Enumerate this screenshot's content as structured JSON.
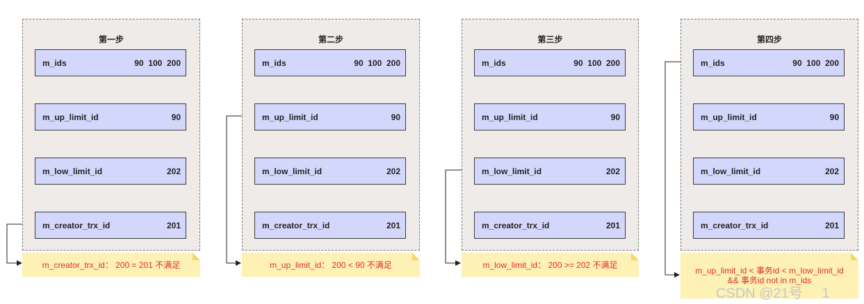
{
  "panels": [
    {
      "title": "第一步",
      "fields": [
        {
          "name": "m_ids",
          "value": "90  100  200"
        },
        {
          "name": "m_up_limit_id",
          "value": "90"
        },
        {
          "name": "m_low_limit_id",
          "value": "202"
        },
        {
          "name": "m_creator_trx_id",
          "value": "201"
        }
      ],
      "note": "m_creator_trx_id： 200 = 201 不满足"
    },
    {
      "title": "第二步",
      "fields": [
        {
          "name": "m_ids",
          "value": "90  100  200"
        },
        {
          "name": "m_up_limit_id",
          "value": "90"
        },
        {
          "name": "m_low_limit_id",
          "value": "202"
        },
        {
          "name": "m_creator_trx_id",
          "value": "201"
        }
      ],
      "note": "m_up_limit_id： 200 < 90 不满足"
    },
    {
      "title": "第三步",
      "fields": [
        {
          "name": "m_ids",
          "value": "90  100  200"
        },
        {
          "name": "m_up_limit_id",
          "value": "90"
        },
        {
          "name": "m_low_limit_id",
          "value": "202"
        },
        {
          "name": "m_creator_trx_id",
          "value": "201"
        }
      ],
      "note": "m_low_limit_id： 200 >= 202 不满足"
    },
    {
      "title": "第四步",
      "fields": [
        {
          "name": "m_ids",
          "value": "90  100  200"
        },
        {
          "name": "m_up_limit_id",
          "value": "90"
        },
        {
          "name": "m_low_limit_id",
          "value": "202"
        },
        {
          "name": "m_creator_trx_id",
          "value": "201"
        }
      ],
      "note_line1": "m_up_limit_id < 事务id < m_low_limit_id",
      "note_line2": "&& 事务id not in m_ids"
    }
  ],
  "watermark": "CSDN @21号     1",
  "colors": {
    "panel_bg": "#efebe9",
    "field_bg": "#d3d7fb",
    "note_bg": "#fdf1b4",
    "note_text": "#e0302c"
  }
}
